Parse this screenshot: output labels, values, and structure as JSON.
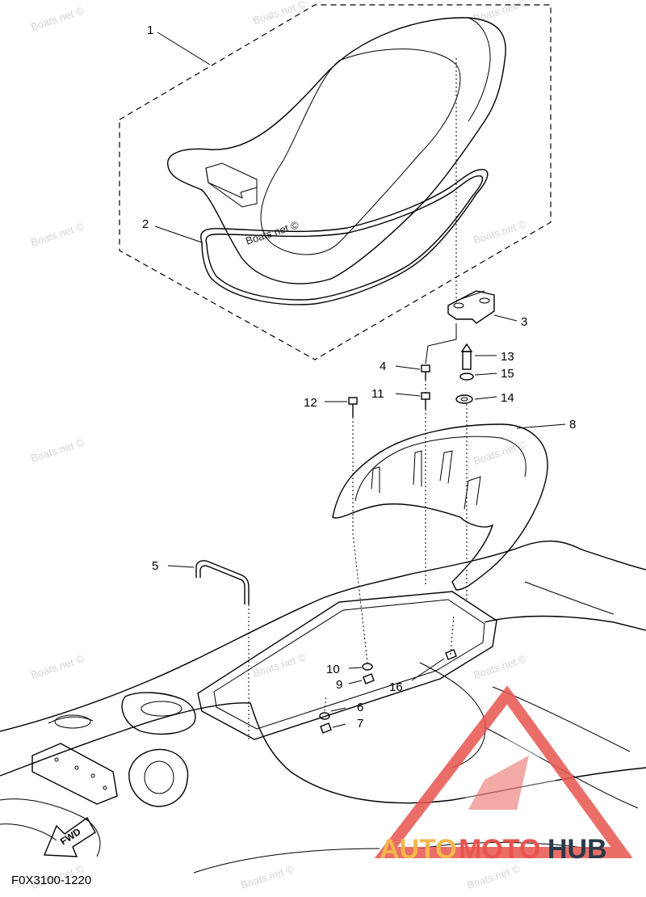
{
  "diagram": {
    "callouts": [
      "1",
      "2",
      "3",
      "4",
      "5",
      "6",
      "7",
      "8",
      "9",
      "10",
      "11",
      "12",
      "13",
      "14",
      "15",
      "16"
    ],
    "figure_code": "F0X3100-1220",
    "fwd_label": "FWD",
    "watermark": "Boats.net ©",
    "brand": {
      "part1": "AUTO",
      "part2": "MOTO",
      "part3": "HUB",
      "color1": "#f2b84b",
      "color2": "#e8544e",
      "color3": "#2a3a4a"
    }
  }
}
